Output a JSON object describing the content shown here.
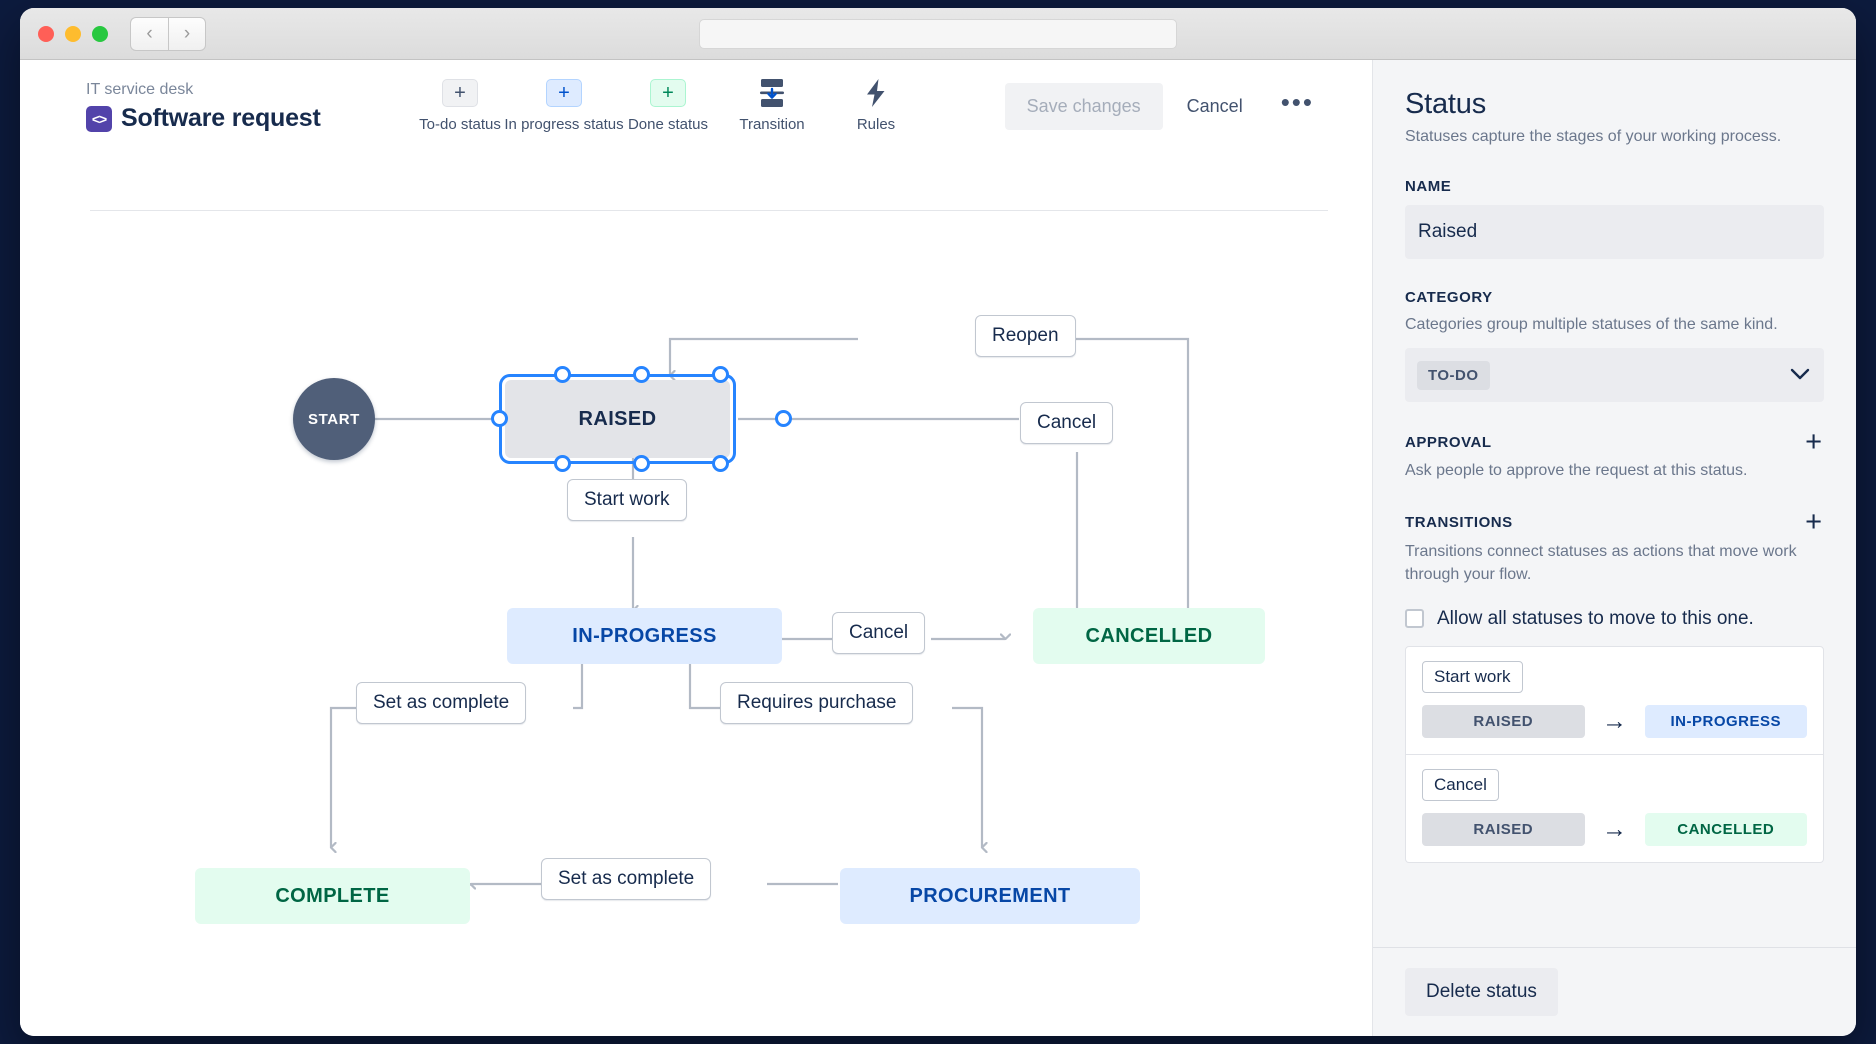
{
  "window": {
    "traffic_lights": [
      "close",
      "minimize",
      "maximize"
    ],
    "back_label": "‹",
    "forward_label": "›",
    "url_value": "",
    "url_placeholder": ""
  },
  "header": {
    "breadcrumb_project": "IT service desk",
    "project_icon": "<>",
    "title": "Software request",
    "tools": [
      {
        "name": "todo-status",
        "glyph": "+",
        "label": "To-do status",
        "style": "todo"
      },
      {
        "name": "in-progress-status",
        "glyph": "+",
        "label": "In progress status",
        "style": "prog"
      },
      {
        "name": "done-status",
        "glyph": "+",
        "label": "Done status",
        "style": "done"
      },
      {
        "name": "transition",
        "glyph": "transition-icon",
        "label": "Transition",
        "style": "icon"
      },
      {
        "name": "rules",
        "glyph": "lightning-icon",
        "label": "Rules",
        "style": "icon"
      }
    ],
    "save_label": "Save changes",
    "cancel_label": "Cancel",
    "more_label": "•••"
  },
  "canvas": {
    "nodes": [
      {
        "id": "start",
        "label": "START",
        "kind": "start"
      },
      {
        "id": "raised",
        "label": "RAISED",
        "kind": "gray",
        "selected": true
      },
      {
        "id": "in-progress",
        "label": "IN-PROGRESS",
        "kind": "blue"
      },
      {
        "id": "cancelled",
        "label": "CANCELLED",
        "kind": "green"
      },
      {
        "id": "complete",
        "label": "COMPLETE",
        "kind": "green"
      },
      {
        "id": "procurement",
        "label": "PROCUREMENT",
        "kind": "blue"
      }
    ],
    "edge_labels": [
      {
        "id": "reopen",
        "label": "Reopen",
        "from": "cancelled",
        "to": "raised"
      },
      {
        "id": "cancel-raised",
        "label": "Cancel",
        "from": "raised",
        "to": "cancelled"
      },
      {
        "id": "start-work",
        "label": "Start work",
        "from": "raised",
        "to": "in-progress"
      },
      {
        "id": "cancel-inprogress",
        "label": "Cancel",
        "from": "in-progress",
        "to": "cancelled"
      },
      {
        "id": "set-complete-1",
        "label": "Set as complete",
        "from": "in-progress",
        "to": "complete"
      },
      {
        "id": "requires-purchase",
        "label": "Requires purchase",
        "from": "in-progress",
        "to": "procurement"
      },
      {
        "id": "set-complete-2",
        "label": "Set as complete",
        "from": "procurement",
        "to": "complete"
      }
    ]
  },
  "panel": {
    "title": "Status",
    "subtitle": "Statuses capture the stages of your working process.",
    "name_label": "NAME",
    "name_value": "Raised",
    "category_label": "CATEGORY",
    "category_desc": "Categories group multiple statuses of the same kind.",
    "category_value": "TO-DO",
    "chevron": "⌄",
    "approval_label": "APPROVAL",
    "approval_desc": "Ask people to approve the request at this status.",
    "approval_add": "+",
    "transitions_label": "TRANSITIONS",
    "transitions_desc": "Transitions connect statuses as actions that move work through your flow.",
    "transitions_add": "+",
    "allow_all_label": "Allow all statuses to move to this one.",
    "allow_all_checked": false,
    "arrow_glyph": "→",
    "transitions": [
      {
        "name": "Start work",
        "from": "RAISED",
        "from_kind": "gray",
        "to": "IN-PROGRESS",
        "to_kind": "blue"
      },
      {
        "name": "Cancel",
        "from": "RAISED",
        "from_kind": "gray",
        "to": "CANCELLED",
        "to_kind": "green"
      }
    ],
    "delete_label": "Delete status"
  },
  "colors": {
    "accent_blue": "#2684ff",
    "todo_bg": "#e3e4e8",
    "progress_bg": "#deebff",
    "progress_fg": "#0747a6",
    "done_bg": "#e3fcef",
    "done_fg": "#006644",
    "edge": "#b3bac5",
    "panel_bg": "#f4f5f7"
  }
}
